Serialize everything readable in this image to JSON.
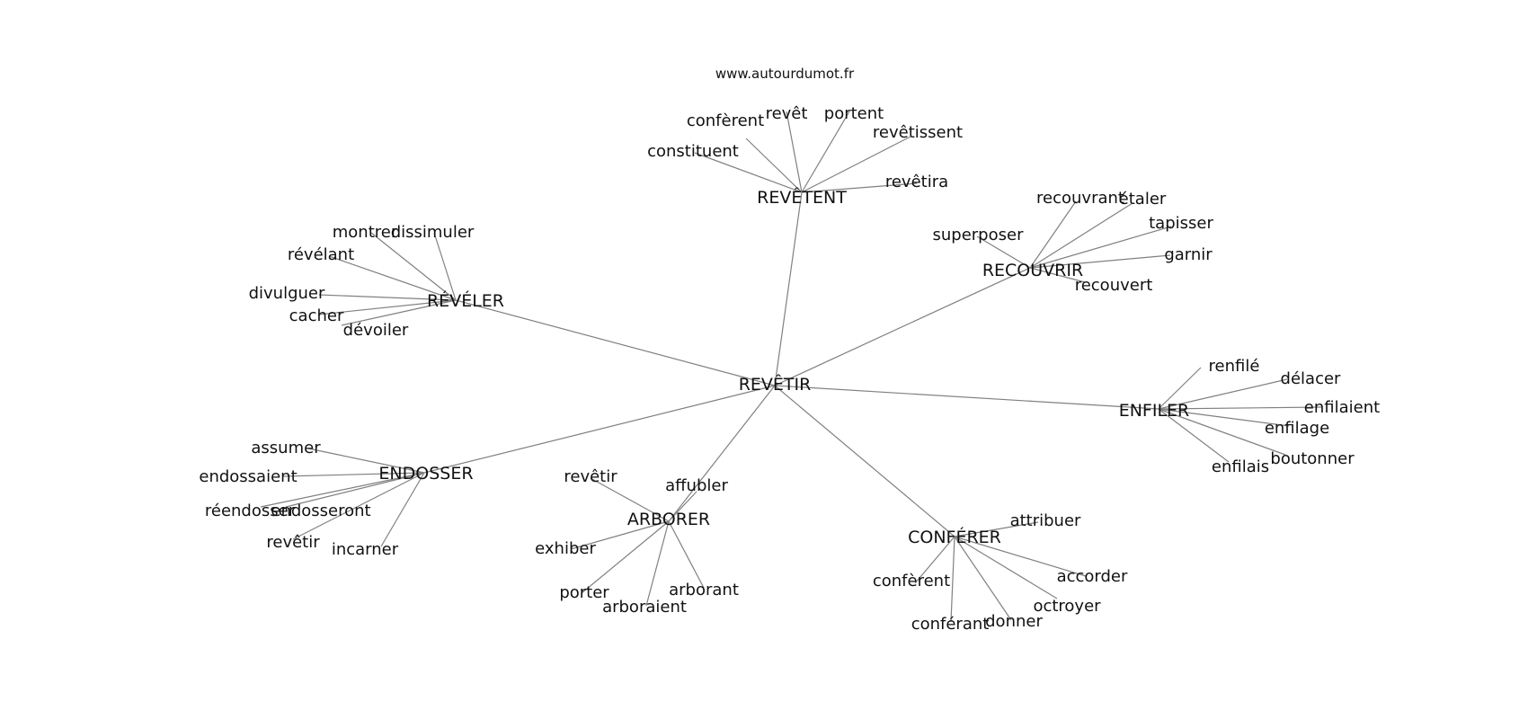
{
  "watermark": "www.autourdumot.fr",
  "root": "REVÊTIR",
  "clusters": [
    {
      "hub": "REVÊTENT",
      "words": [
        "confèrent",
        "revêt",
        "portent",
        "revêtissent",
        "constituent",
        "revêtira"
      ]
    },
    {
      "hub": "RÉVÉLER",
      "words": [
        "montrer",
        "dissimuler",
        "révélant",
        "divulguer",
        "cacher",
        "dévoiler"
      ]
    },
    {
      "hub": "RECOUVRIR",
      "words": [
        "recouvrant",
        "étaler",
        "tapisser",
        "superposer",
        "garnir",
        "recouvert"
      ]
    },
    {
      "hub": "ENFILER",
      "words": [
        "renfilé",
        "délacer",
        "enfilaient",
        "enfilage",
        "boutonner",
        "enfilais"
      ]
    },
    {
      "hub": "ENDOSSER",
      "words": [
        "assumer",
        "endossaient",
        "réendosser",
        "endosseront",
        "revêtir",
        "incarner"
      ]
    },
    {
      "hub": "ARBORER",
      "words": [
        "revêtir",
        "affubler",
        "exhiber",
        "porter",
        "arboraient",
        "arborant"
      ]
    },
    {
      "hub": "CONFÉRER",
      "words": [
        "attribuer",
        "accorder",
        "confèrent",
        "octroyer",
        "conférant",
        "donner"
      ]
    }
  ]
}
